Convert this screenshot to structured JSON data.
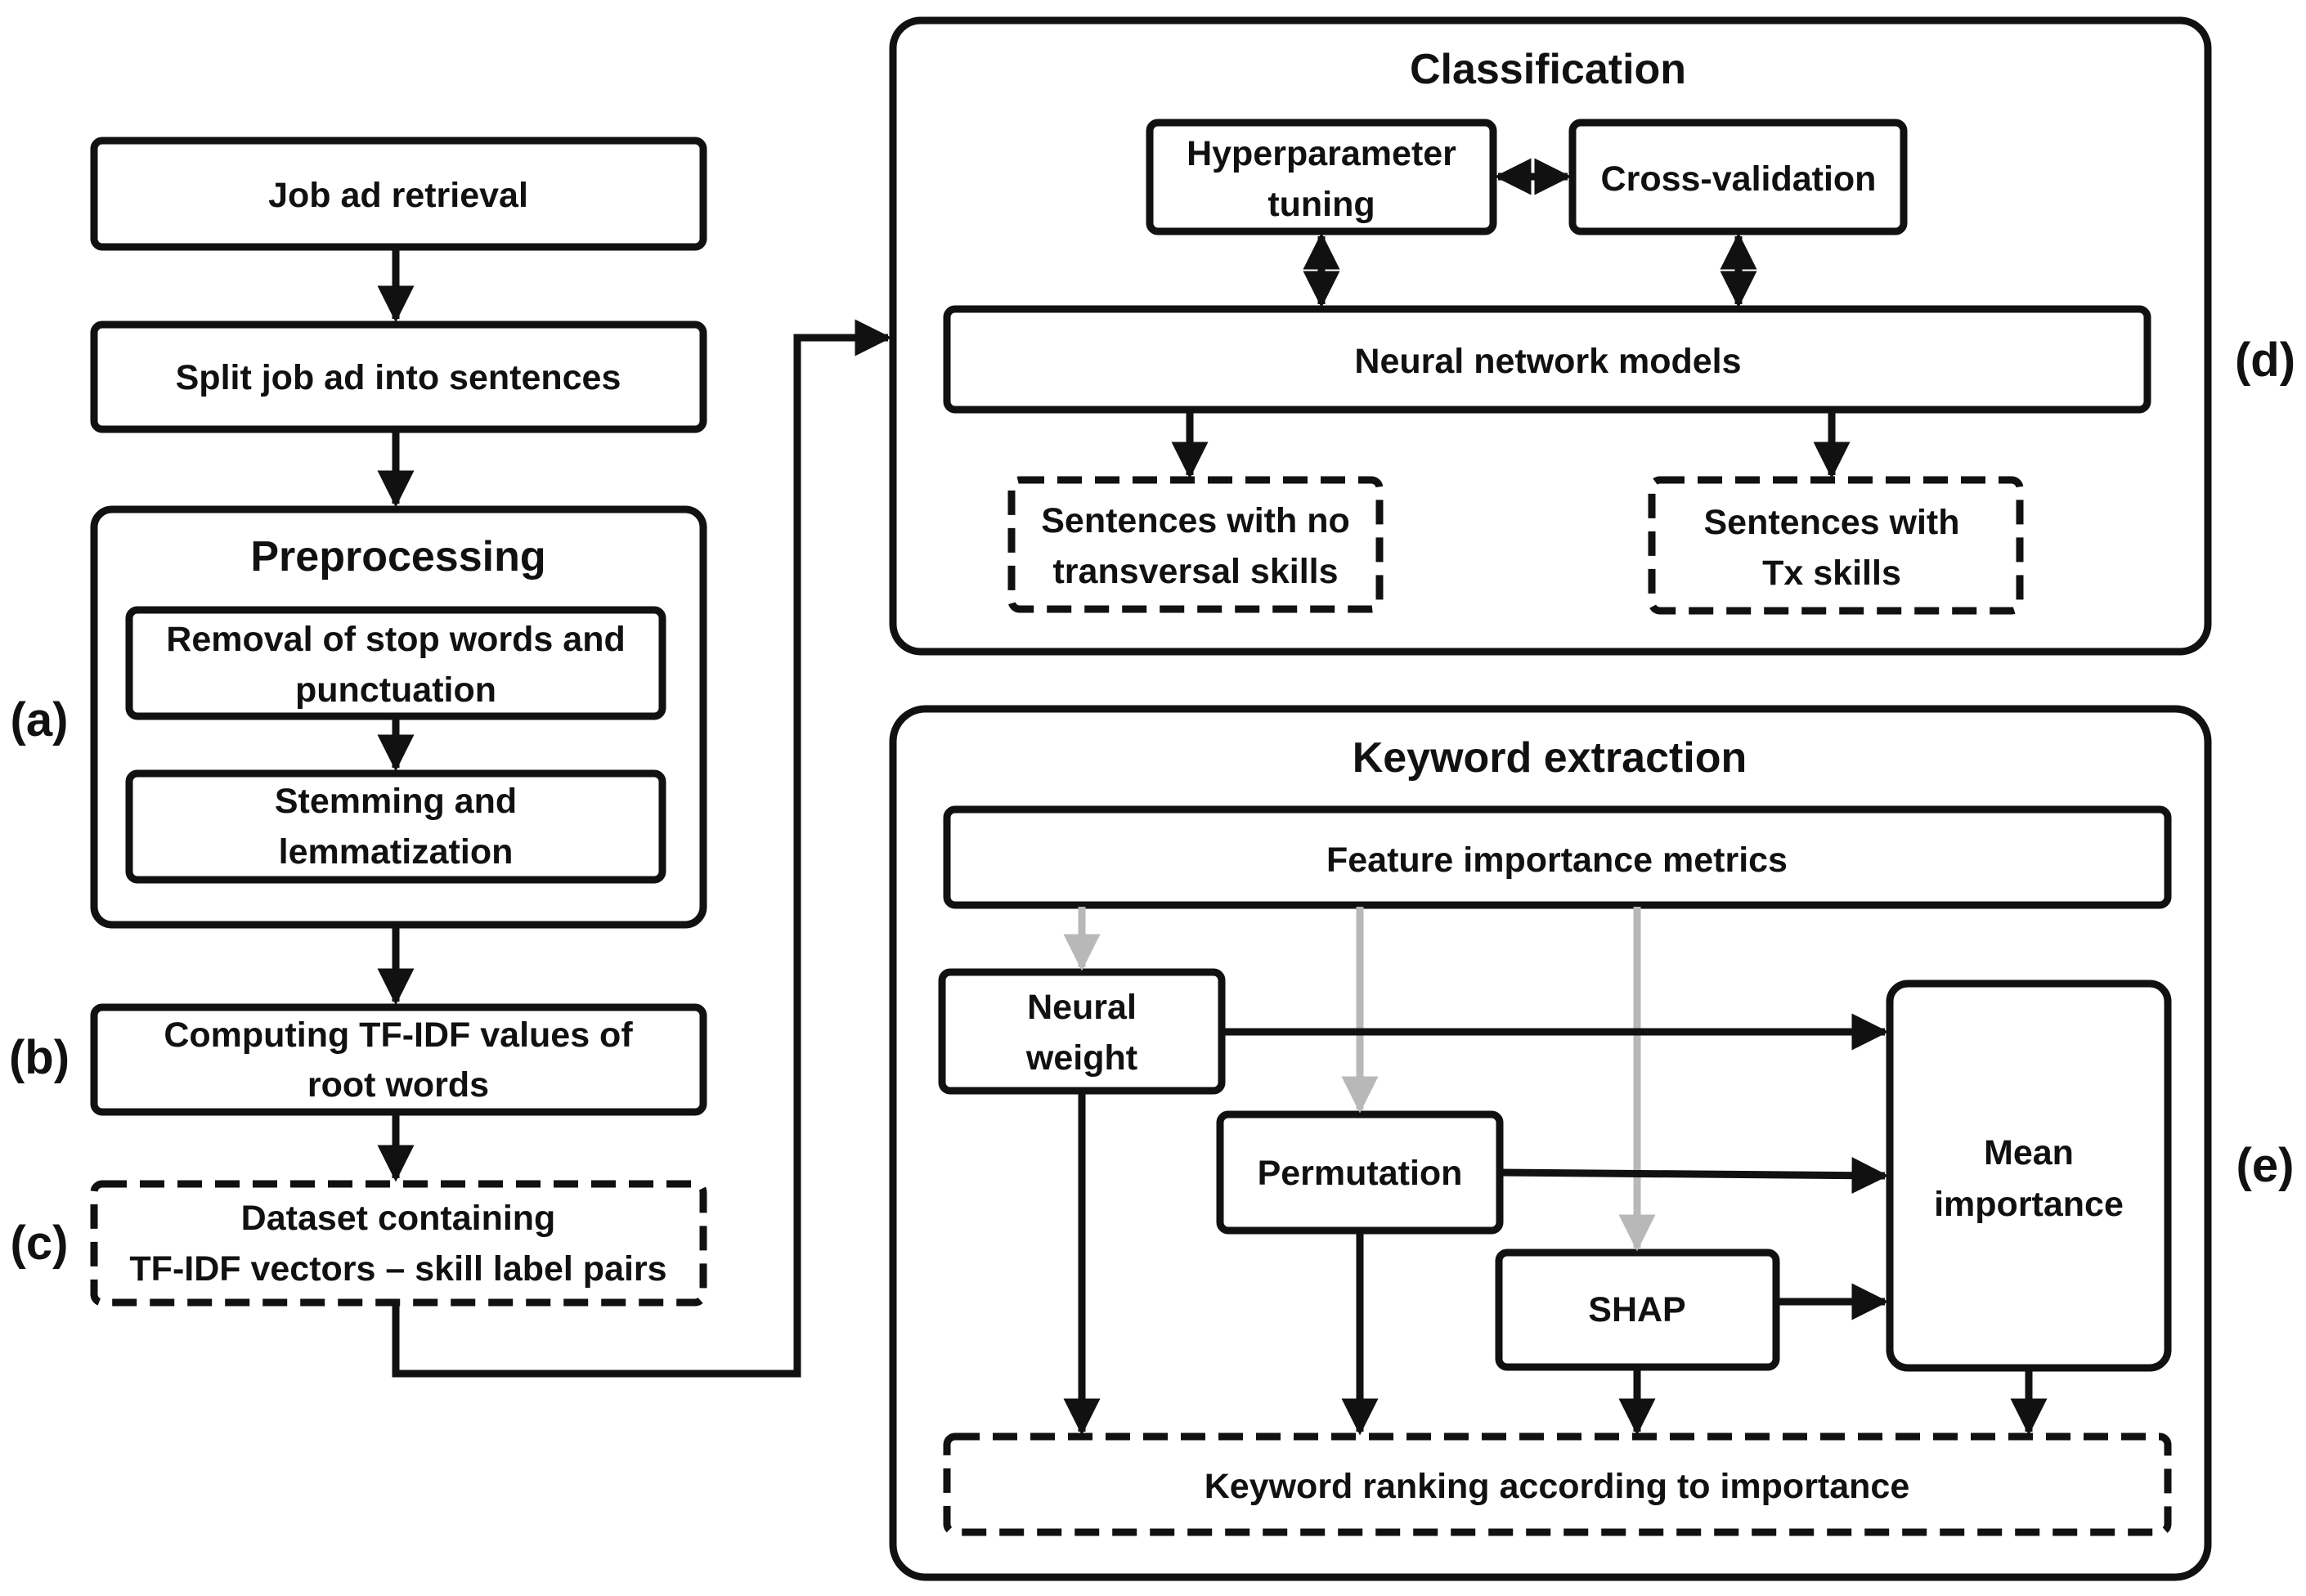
{
  "left_flow": {
    "job_ad_retrieval": "Job ad retrieval",
    "split_sentences": "Split job ad into sentences",
    "preprocessing": {
      "title": "Preprocessing",
      "removal_line1": "Removal of stop words and",
      "removal_line2": "punctuation",
      "stemming_line1": "Stemming and",
      "stemming_line2": "lemmatization"
    },
    "tfidf_line1": "Computing TF-IDF values of",
    "tfidf_line2": "root words",
    "dataset_line1": "Dataset containing",
    "dataset_line2": "TF-IDF vectors – skill label pairs"
  },
  "classification": {
    "title": "Classification",
    "hyper_line1": "Hyperparameter",
    "hyper_line2": "tuning",
    "cross_validation": "Cross-validation",
    "neural_models": "Neural network models",
    "no_tx_line1": "Sentences with no",
    "no_tx_line2": "transversal skills",
    "tx_line1": "Sentences with",
    "tx_line2": "Tx skills"
  },
  "keyword_extraction": {
    "title": "Keyword extraction",
    "feature_metrics": "Feature importance metrics",
    "neural_line1": "Neural",
    "neural_line2": "weight",
    "permutation": "Permutation",
    "shap": "SHAP",
    "mean_line1": "Mean",
    "mean_line2": "importance",
    "ranking": "Keyword ranking according to importance"
  },
  "labels": {
    "a": "(a)",
    "b": "(b)",
    "c": "(c)",
    "d": "(d)",
    "e": "(e)"
  },
  "colors": {
    "stroke": "#111111",
    "gray_arrow": "#b8b8b8",
    "background": "#ffffff"
  }
}
